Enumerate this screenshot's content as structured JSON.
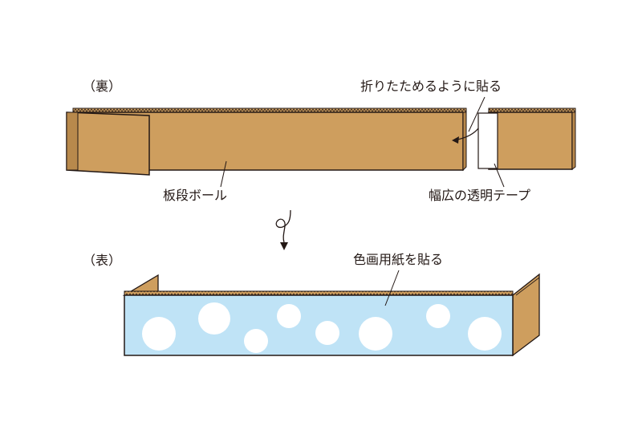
{
  "colors": {
    "cardboard": "#CE9E5E",
    "cardboard_edge": "#B8894C",
    "outline": "#231815",
    "paper": "#BFE3F6",
    "dot": "#FFFFFF",
    "tape": "#FFFFFF"
  },
  "back_view": {
    "heading": "（裏）",
    "fold_note": "折りたためるように貼る",
    "board_label": "板段ボール",
    "tape_label": "幅広の透明テープ"
  },
  "front_view": {
    "heading": "（表）",
    "paper_label": "色画用紙を貼る"
  },
  "icons": {
    "flip_arrow": "loop-arrow-down-icon"
  }
}
